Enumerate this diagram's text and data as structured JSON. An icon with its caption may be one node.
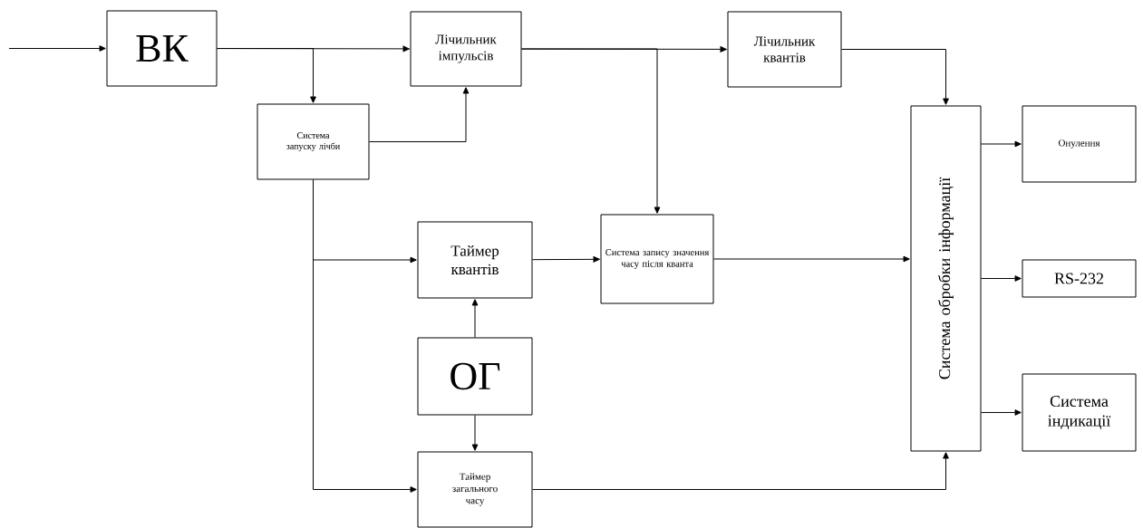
{
  "diagram": {
    "nodes": [
      {
        "text": [
          "ВК"
        ]
      },
      {
        "text": [
          "Лічильник імпульсів"
        ]
      },
      {
        "text": [
          "Система запуску лічби"
        ]
      },
      {
        "text": [
          "Лічильник квантів"
        ]
      },
      {
        "text": [
          "Таймер квантів"
        ]
      },
      {
        "text": [
          "Система запису значення часу після кванта"
        ]
      },
      {
        "text": [
          "ОГ"
        ]
      },
      {
        "text": [
          "Таймер загального часу"
        ]
      },
      {
        "text": [
          "Система обробки інформації"
        ]
      },
      {
        "text": [
          "Онулення"
        ]
      },
      {
        "text": [
          "RS-232"
        ]
      },
      {
        "text": [
          "Система індикації"
        ]
      }
    ],
    "edges": [
      {
        "from": null,
        "to": 0,
        "arrow": "to"
      },
      {
        "from": 0,
        "to": 1,
        "arrow": "to"
      },
      {
        "from": 0,
        "to": 2,
        "arrow": "to"
      },
      {
        "from": 2,
        "to": 1,
        "arrow": "to"
      },
      {
        "from": 1,
        "to": 3,
        "arrow": "to"
      },
      {
        "from": 1,
        "to": 5,
        "arrow": "to"
      },
      {
        "from": 3,
        "to": 8,
        "arrow": "to"
      },
      {
        "from": 2,
        "to": 4,
        "arrow": "to"
      },
      {
        "from": 2,
        "to": 7,
        "arrow": "to"
      },
      {
        "from": 4,
        "to": 5,
        "arrow": "to"
      },
      {
        "from": 6,
        "to": 4,
        "arrow": "to"
      },
      {
        "from": 6,
        "to": 7,
        "arrow": "to"
      },
      {
        "from": 5,
        "to": 8,
        "arrow": "to"
      },
      {
        "from": 7,
        "to": 8,
        "arrow": "to"
      },
      {
        "from": 8,
        "to": 9,
        "arrow": "to"
      },
      {
        "from": 8,
        "to": 10,
        "arrow": "to"
      },
      {
        "from": 8,
        "to": 11,
        "arrow": "to"
      }
    ]
  }
}
